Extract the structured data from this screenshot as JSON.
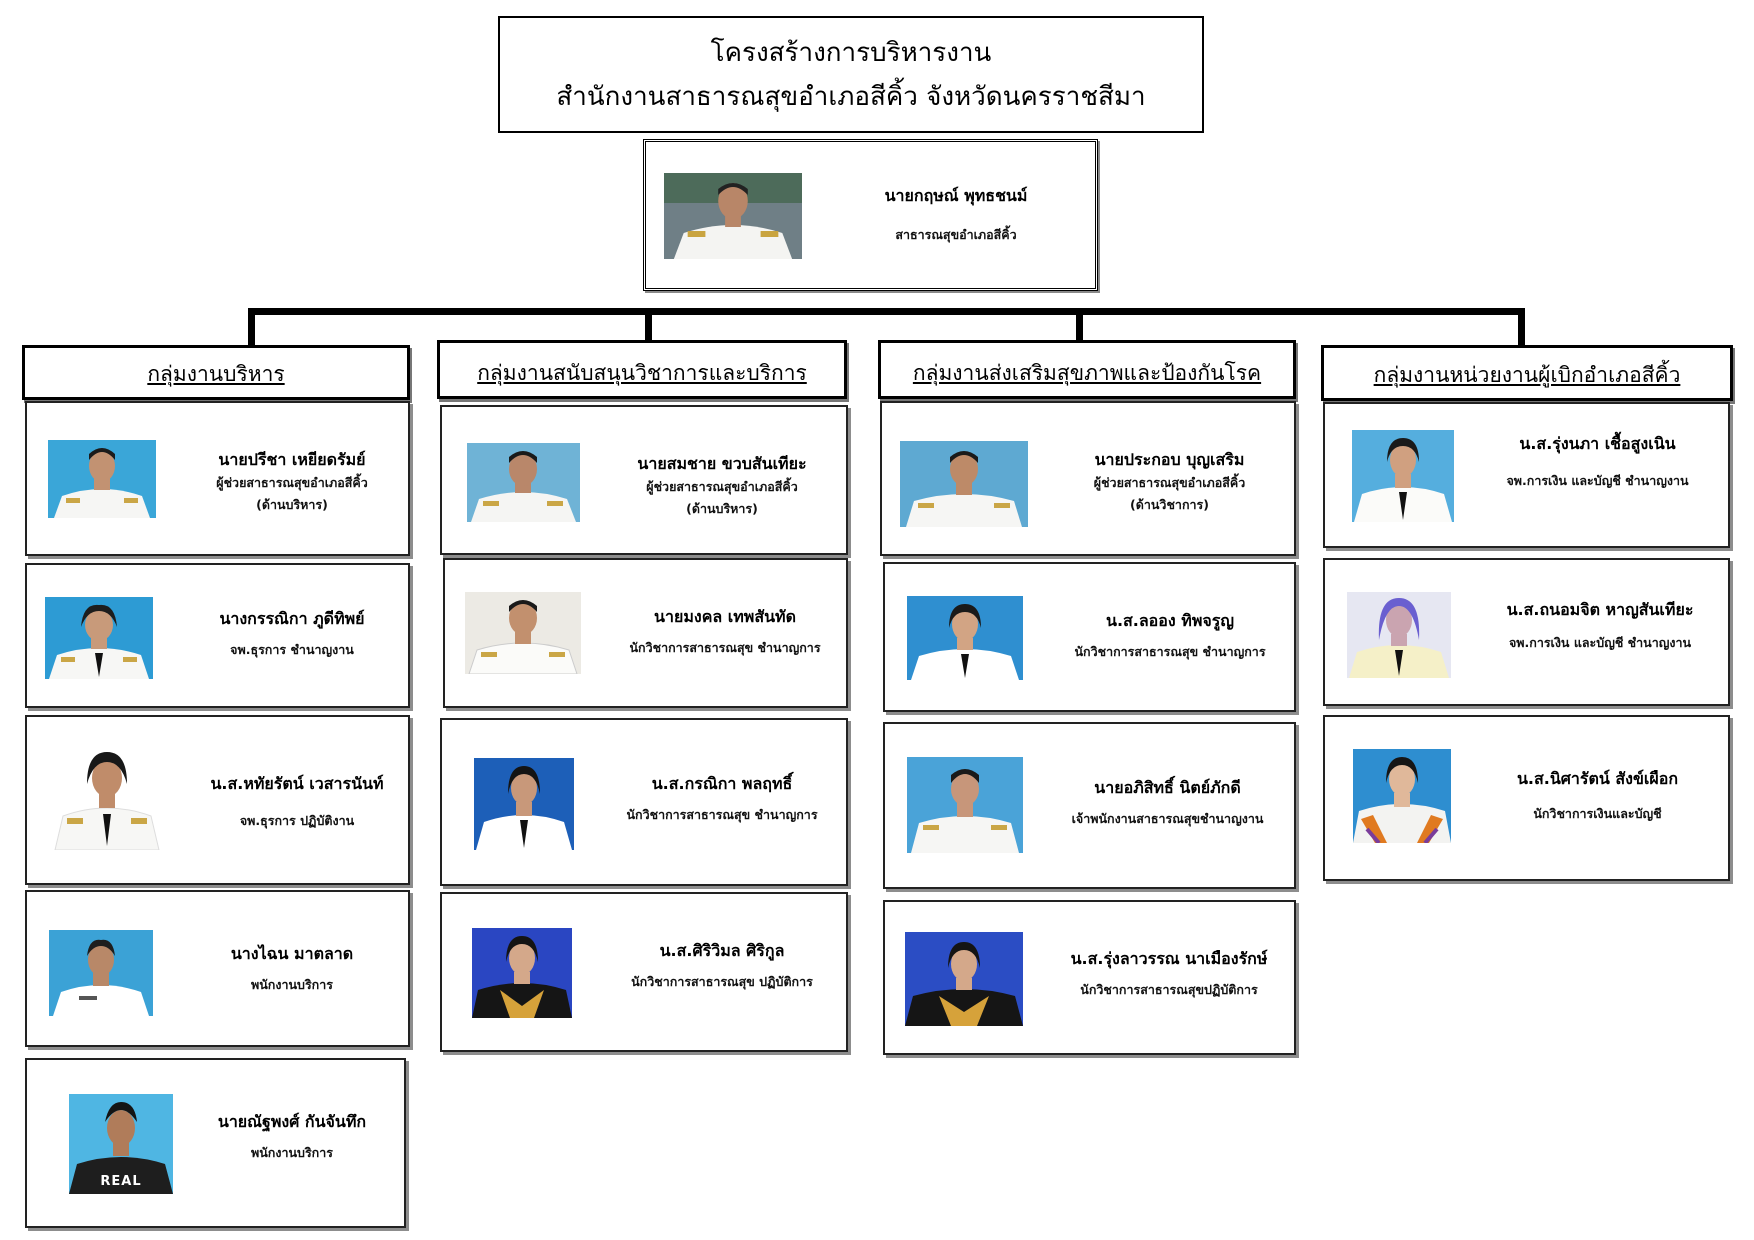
{
  "title": {
    "line1": "โครงสร้างการบริหารงาน",
    "line2": "สำนักงานสาธารณสุขอำเภอสีคิ้ว  จังหวัดนครราชสีมา"
  },
  "head": {
    "name": "นายกฤษณ์  พุทธชนม์",
    "title": "สาธารณสุขอำเภอสีคิ้ว"
  },
  "groups": [
    {
      "header": "กลุ่มงานบริหาร",
      "members": [
        {
          "name": "นายปรีชา  เหยียดรัมย์",
          "title": "ผู้ช่วยสาธารณสุขอำเภอสีคิ้ว",
          "title2": "(ด้านบริหาร)"
        },
        {
          "name": "นางกรรณิกา  ภูดีทิพย์",
          "title": "จพ.ธุรการ ชำนาญงาน"
        },
        {
          "name": "น.ส.หทัยรัตน์ เวสารนันท์",
          "title": "จพ.ธุรการ ปฏิบัติงาน"
        },
        {
          "name": "นางไฉน  มาตลาด",
          "title": "พนักงานบริการ"
        },
        {
          "name": "นายณัฐพงศ์ กันจันทึก",
          "title": "พนักงานบริการ",
          "shirt_text": "REAL"
        }
      ]
    },
    {
      "header": "กลุ่มงานสนับสนุนวิชาการและบริการ",
      "members": [
        {
          "name": "นายสมชาย  ขวบสันเทียะ",
          "title": "ผู้ช่วยสาธารณสุขอำเภอสีคิ้ว",
          "title2": "(ด้านบริหาร)"
        },
        {
          "name": "นายมงคล  เทพสันทัด",
          "title": "นักวิชาการสาธารณสุข ชำนาญการ"
        },
        {
          "name": "น.ส.กรณิกา  พลฤทธิ์",
          "title": "นักวิชาการสาธารณสุข ชำนาญการ"
        },
        {
          "name": "น.ส.ศิริวิมล ศิริกูล",
          "title": "นักวิชาการสาธารณสุข ปฏิบัติการ"
        }
      ]
    },
    {
      "header": "กลุ่มงานส่งเสริมสุขภาพและป้องกันโรค",
      "members": [
        {
          "name": "นายประกอบ  บุญเสริม",
          "title": "ผู้ช่วยสาธารณสุขอำเภอสีคิ้ว",
          "title2": "(ด้านวิชาการ)"
        },
        {
          "name": "น.ส.ลออง  ทิพจรูญ",
          "title": "นักวิชาการสาธารณสุข ชำนาญการ"
        },
        {
          "name": "นายอภิสิทธิ์  นิตย์ภักดี",
          "title": "เจ้าพนักงานสาธารณสุขชำนาญงาน"
        },
        {
          "name": "น.ส.รุ่งลาวรรณ  นาเมืองรักษ์",
          "title": "นักวิชาการสาธารณสุขปฏิบัติการ"
        }
      ]
    },
    {
      "header": "กลุ่มงานหน่วยงานผู้เบิกอำเภอสีคิ้ว",
      "members": [
        {
          "name": "น.ส.รุ่งนภา  เชื้อสูงเนิน",
          "title": "จพ.การเงิน และบัญชี ชำนาญงาน"
        },
        {
          "name": "น.ส.ถนอมจิต หาญสันเทียะ",
          "title": "จพ.การเงิน และบัญชี ชำนาญงาน"
        },
        {
          "name": "น.ส.นิศารัตน์ สังข์เผือก",
          "title": "นักวิชาการเงินและบัญชี"
        }
      ]
    }
  ]
}
